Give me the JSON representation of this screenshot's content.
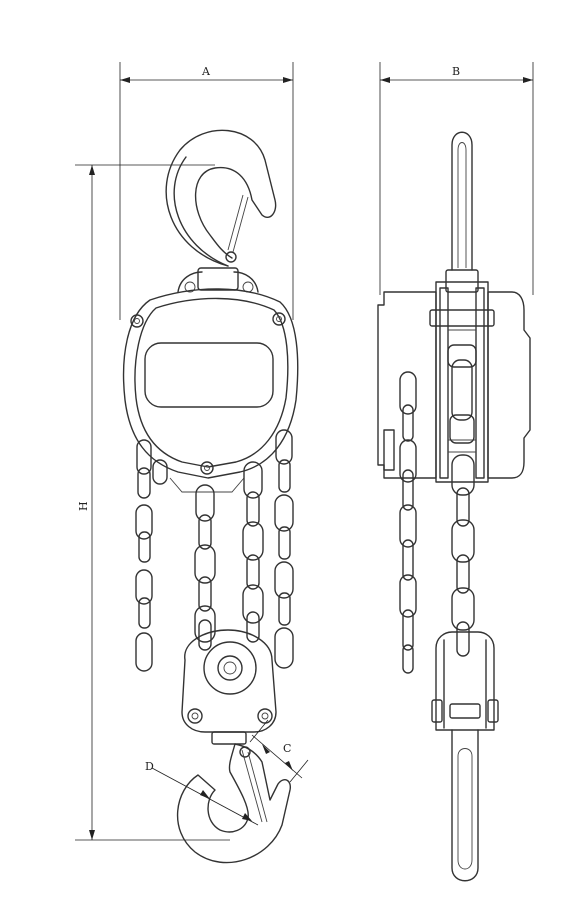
{
  "dimension_labels": {
    "width_front": "A",
    "width_side": "B",
    "height": "H",
    "hook_throat": "C",
    "hook_diameter": "D"
  },
  "colors": {
    "line": "#333333",
    "background": "#ffffff"
  }
}
